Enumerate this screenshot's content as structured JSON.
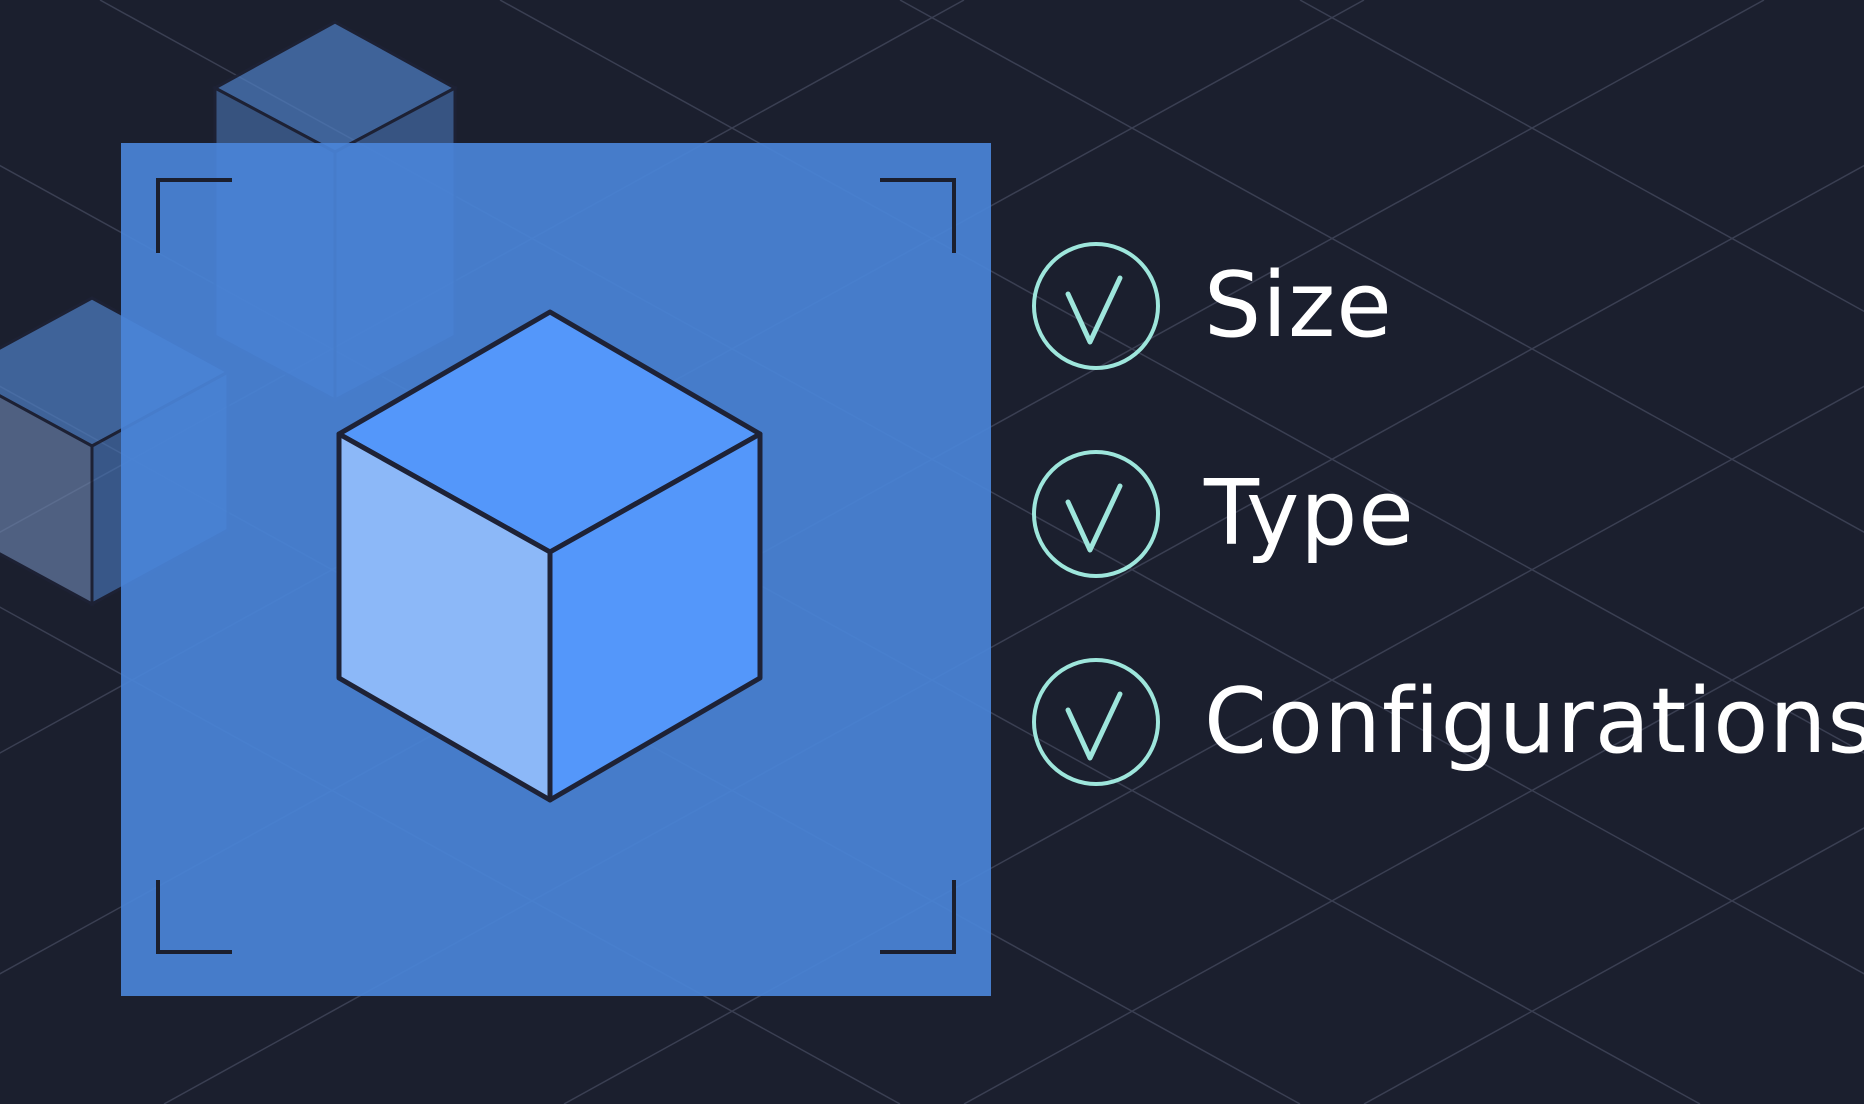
{
  "scene": {
    "background_color": "#1b1f2e",
    "grid_line_color": "#3a3f52",
    "panel_color": "#4a84d8",
    "corner_bracket_color": "#1b1f2e",
    "cube_outline_color": "#1e2236",
    "cube_top_color": "#5497fa",
    "cube_left_color": "#8cb8f8",
    "cube_right_color": "#5497fa",
    "background_cube_color": "#4e7ec2",
    "check_color": "#9ee6dc",
    "icons": {
      "main": "cube-icon",
      "checks": "check-circle-icon"
    }
  },
  "checklist": [
    {
      "label": "Size"
    },
    {
      "label": "Type"
    },
    {
      "label": "Configurations"
    }
  ]
}
